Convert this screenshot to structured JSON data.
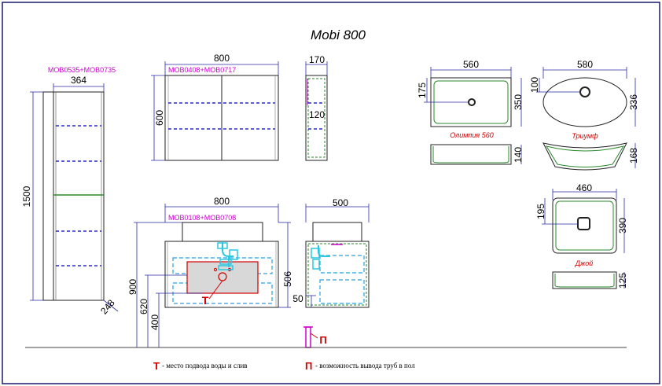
{
  "title": "Mobi 800",
  "tall_cabinet": {
    "code": "MOB0535+MOB0735",
    "width": "364",
    "height": "1500",
    "depth": "248"
  },
  "mirror_cabinet": {
    "code": "MOB0408+MOB0717",
    "width": "800",
    "height": "600"
  },
  "mirror_side": {
    "depth": "170",
    "shelf": "120"
  },
  "vanity": {
    "code": "MOB0108+MOB0708",
    "width": "800",
    "h_total": "900",
    "h_620": "620",
    "h_400": "400",
    "h_506": "506"
  },
  "vanity_side": {
    "depth": "500",
    "pipe": "50"
  },
  "basins": [
    {
      "name": "Олимпия 560",
      "width": "560",
      "depth": "350",
      "hole": "175",
      "height": "140"
    },
    {
      "name": "Триумф",
      "width": "580",
      "depth": "336",
      "hole": "100",
      "height": "168"
    },
    {
      "name": "Джой",
      "width": "460",
      "depth": "390",
      "hole": "195",
      "height": "125"
    }
  ],
  "legend": {
    "t_glyph": "Т",
    "t_text": "- место подвода воды и слив",
    "p_glyph": "П",
    "p_text": "- возможность вывода труб в пол"
  },
  "colors": {
    "frame": "#1a1a6e",
    "dim": "#2a2aa8",
    "code": "#d000d0",
    "shelf": "#2a2ad0",
    "accent": "#d00000",
    "cyan": "#28c8e0",
    "green": "#2a8a2a"
  }
}
